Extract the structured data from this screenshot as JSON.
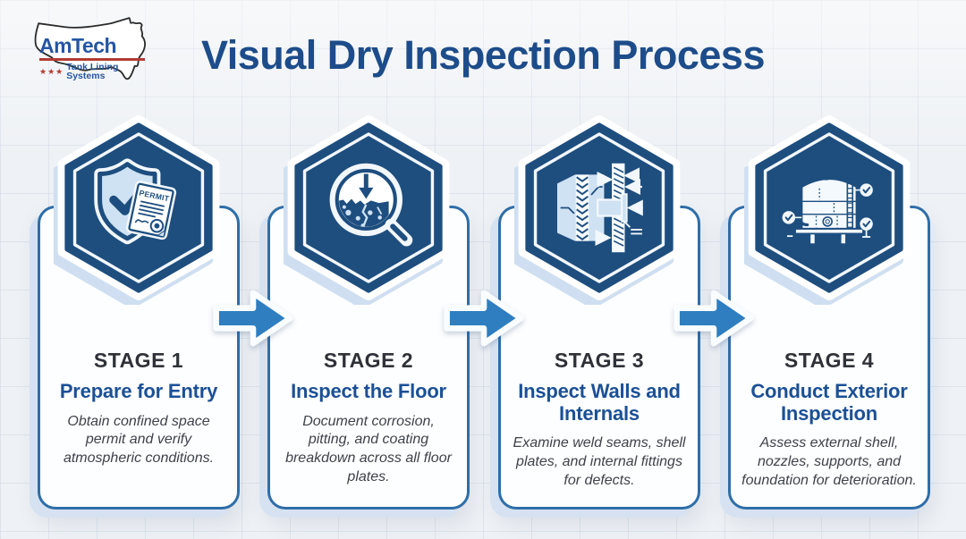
{
  "logo": {
    "brand": "AmTech",
    "stars": "★★★",
    "tagline": "Tank Lining Systems"
  },
  "header": {
    "title": "Visual Dry Inspection Process"
  },
  "colors": {
    "title_blue": "#1d4c8a",
    "heading_blue": "#1b5096",
    "hexagon_navy": "#1e4e7e",
    "icon_light_blue": "#cfe2f3",
    "arrow_blue": "#2e7ec0",
    "card_border": "#2e6ea8",
    "logo_blue": "#2456a4",
    "logo_red": "#b23b34",
    "background": "#eef1f5"
  },
  "stages": [
    {
      "stage_label": "STAGE 1",
      "title": "Prepare for Entry",
      "description": "Obtain confined space permit and verify atmospheric conditions.",
      "icon": "shield-permit-icon",
      "icon_text": "PERMIT"
    },
    {
      "stage_label": "STAGE 2",
      "title": "Inspect the Floor",
      "description": "Document corrosion, pitting, and coating breakdown across all floor plates.",
      "icon": "floor-magnifier-crack-icon"
    },
    {
      "stage_label": "STAGE 3",
      "title": "Inspect Walls and Internals",
      "description": "Examine weld seams, shell plates, and internal fittings for defects.",
      "icon": "wall-weld-section-icon"
    },
    {
      "stage_label": "STAGE 4",
      "title": "Conduct Exterior Inspection",
      "description": "Assess external shell, nozzles, supports, and foundation for deterioration.",
      "icon": "storage-tank-icon"
    }
  ]
}
